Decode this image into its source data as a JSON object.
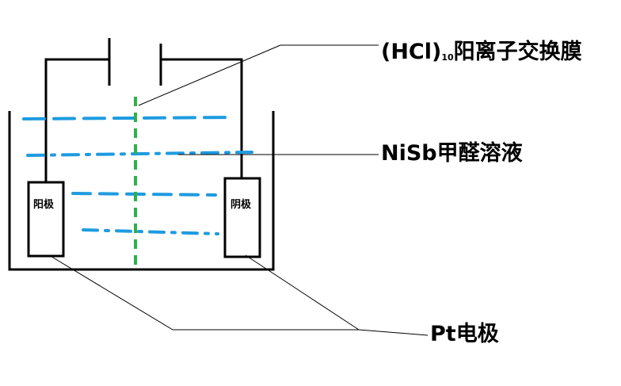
{
  "diagram": {
    "electrode_left_label": "阳极",
    "electrode_right_label": "阴极",
    "membrane_label": {
      "prefix": "(HCl)",
      "subscript": "10",
      "suffix": "阳离子交换膜"
    },
    "solution_label": "NiSb甲醛溶液",
    "electrode_material_label": "Pt电极",
    "colors": {
      "wire": "#000000",
      "solution": "#1e9be0",
      "membrane": "#2db14a",
      "leader_line": "#000000"
    }
  }
}
